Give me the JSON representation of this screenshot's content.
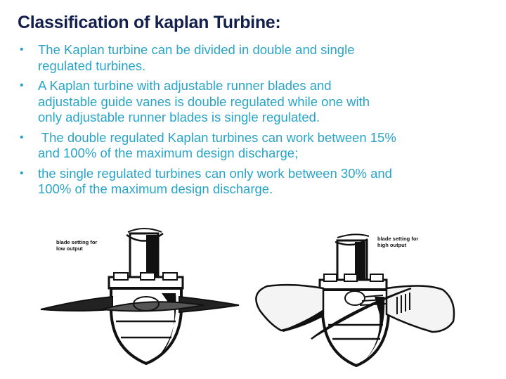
{
  "slide": {
    "title": "Classification of kaplan Turbine:",
    "bullets": [
      {
        "lines": [
          "The Kaplan turbine can be divided in double and single",
          "regulated turbines."
        ]
      },
      {
        "lines": [
          "A Kaplan turbine with adjustable runner blades and",
          "adjustable guide vanes is double regulated while one with",
          "only adjustable runner blades is single regulated."
        ]
      },
      {
        "lines": [
          " The double regulated Kaplan turbines can work between 15%",
          "and 100% of the maximum design discharge;"
        ]
      },
      {
        "lines": [
          "the single regulated turbines can only work between 30% and",
          "100% of the maximum design discharge."
        ]
      }
    ],
    "bullet_glyph": "•",
    "figures": [
      {
        "label_lines": [
          "blade setting for",
          "low output"
        ],
        "icon": "kaplan-runner-low-output-icon"
      },
      {
        "label_lines": [
          "blade setting for",
          "high output"
        ],
        "icon": "kaplan-runner-high-output-icon"
      }
    ],
    "colors": {
      "title": "#13204d",
      "body": "#2aa4c6",
      "drawing": "#111111",
      "background": "#ffffff"
    }
  }
}
